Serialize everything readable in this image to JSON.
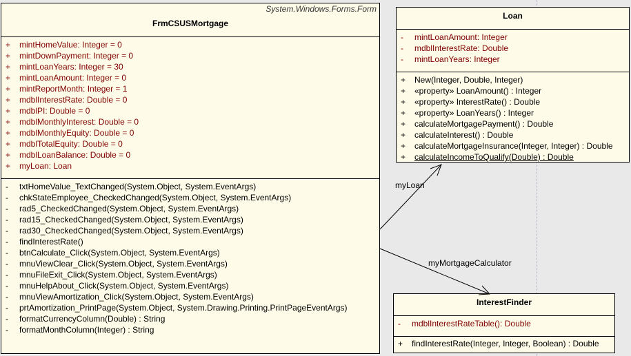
{
  "frm": {
    "stereotype": "System.Windows.Forms.Form",
    "name": "FrmCSUSMortgage",
    "attributes": [
      {
        "vis": "+",
        "text": "mintHomeValue:  Integer = 0"
      },
      {
        "vis": "+",
        "text": "mintDownPayment:  Integer = 0"
      },
      {
        "vis": "+",
        "text": "mintLoanYears:  Integer = 30"
      },
      {
        "vis": "+",
        "text": "mintLoanAmount:  Integer = 0"
      },
      {
        "vis": "+",
        "text": "mintReportMonth:  Integer = 1"
      },
      {
        "vis": "+",
        "text": "mdblInterestRate:  Double = 0"
      },
      {
        "vis": "+",
        "text": "mdblPI:  Double = 0"
      },
      {
        "vis": "+",
        "text": "mdblMonthlyInterest:  Double = 0"
      },
      {
        "vis": "+",
        "text": "mdblMonthlyEquity:  Double = 0"
      },
      {
        "vis": "+",
        "text": "mdblTotalEquity:  Double = 0"
      },
      {
        "vis": "+",
        "text": "mdblLoanBalance:  Double = 0"
      },
      {
        "vis": "+",
        "text": "myLoan:  Loan"
      }
    ],
    "operations": [
      {
        "vis": "-",
        "text": "txtHomeValue_TextChanged(System.Object, System.EventArgs)"
      },
      {
        "vis": "-",
        "text": "chkStateEmployee_CheckedChanged(System.Object, System.EventArgs)"
      },
      {
        "vis": "-",
        "text": "rad5_CheckedChanged(System.Object, System.EventArgs)"
      },
      {
        "vis": "-",
        "text": "rad15_CheckedChanged(System.Object, System.EventArgs)"
      },
      {
        "vis": "-",
        "text": "rad30_CheckedChanged(System.Object, System.EventArgs)"
      },
      {
        "vis": "-",
        "text": "findInterestRate()"
      },
      {
        "vis": "-",
        "text": "btnCalculate_Click(System.Object, System.EventArgs)"
      },
      {
        "vis": "-",
        "text": "mnuViewClear_Click(System.Object, System.EventArgs)"
      },
      {
        "vis": "-",
        "text": "mnuFileExit_Click(System.Object, System.EventArgs)"
      },
      {
        "vis": "-",
        "text": "mnuHelpAbout_Click(System.Object, System.EventArgs)"
      },
      {
        "vis": "-",
        "text": "mnuViewAmortization_Click(System.Object, System.EventArgs)"
      },
      {
        "vis": "-",
        "text": "prtAmortization_PrintPage(System.Object, System.Drawing.Printing.PrintPageEventArgs)"
      },
      {
        "vis": "-",
        "text": "formatCurrencyColumn(Double) : String"
      },
      {
        "vis": "-",
        "text": "formatMonthColumn(Integer) : String"
      }
    ]
  },
  "loan": {
    "name": "Loan",
    "attributes": [
      {
        "vis": "-",
        "text": "mintLoanAmount:  Integer"
      },
      {
        "vis": "-",
        "text": "mdblInterestRate:  Double"
      },
      {
        "vis": "-",
        "text": "mintLoanYears:  Integer"
      }
    ],
    "operations": [
      {
        "vis": "+",
        "text": "New(Integer, Double, Integer)"
      },
      {
        "vis": "+",
        "text": "«property» LoanAmount() : Integer"
      },
      {
        "vis": "+",
        "text": "«property» InterestRate() : Double"
      },
      {
        "vis": "+",
        "text": "«property» LoanYears() : Integer"
      },
      {
        "vis": "+",
        "text": "calculateMortgagePayment() : Double"
      },
      {
        "vis": "+",
        "text": "calculateInterest() : Double"
      },
      {
        "vis": "+",
        "text": "calculateMortgageInsurance(Integer, Integer) : Double"
      },
      {
        "vis": "+",
        "text": "calculateIncomeToQualify(Double) : Double",
        "underline": true
      }
    ]
  },
  "finder": {
    "name": "InterestFinder",
    "attributes": [
      {
        "vis": "-",
        "text": "mdblInterestRateTable():  Double"
      }
    ],
    "operations": [
      {
        "vis": "+",
        "text": "findInterestRate(Integer, Integer, Boolean) : Double"
      }
    ]
  },
  "associations": {
    "my_loan": "myLoan",
    "my_mortgage_calculator": "myMortgageCalculator"
  }
}
